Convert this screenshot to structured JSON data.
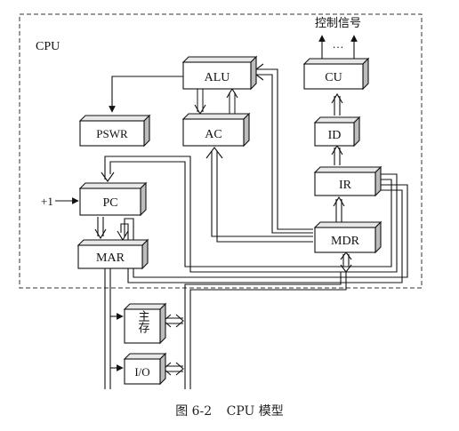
{
  "boundary_label": "CPU",
  "control": {
    "title": "控制信号",
    "dots": "…"
  },
  "blocks": {
    "alu": "ALU",
    "ac": "AC",
    "pswr": "PSWR",
    "cu": "CU",
    "id": "ID",
    "ir": "IR",
    "pc": "PC",
    "mar": "MAR",
    "mdr": "MDR",
    "memory": "主存",
    "io": "I/O"
  },
  "pc_increment": "+1",
  "caption": {
    "figure_no": "图 6-2",
    "title": "CPU 模型"
  }
}
